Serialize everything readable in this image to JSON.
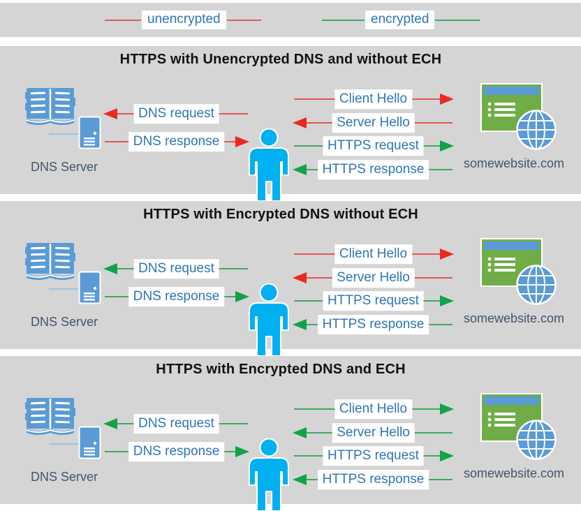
{
  "colors": {
    "red_line": "#e2574f",
    "red_head": "#ea2a21",
    "green_line": "#3fa863",
    "green_head": "#13a24a",
    "panel_bg": "#d5d5d5",
    "label_text": "#2e75b6",
    "caption_text": "#44546a",
    "person_blue": "#00b0f0",
    "office_blue": "#5b9bd5",
    "window_green": "#70ad47"
  },
  "legend": {
    "items": [
      {
        "label": "unencrypted",
        "color": "red"
      },
      {
        "label": "encrypted",
        "color": "green"
      }
    ]
  },
  "panels": [
    {
      "title": "HTTPS with Unencrypted DNS and without ECH",
      "dns_server_label": "DNS Server",
      "website_label": "somewebsite.com",
      "arrows": {
        "dns_request": {
          "label": "DNS request",
          "color": "red"
        },
        "dns_response": {
          "label": "DNS response",
          "color": "red"
        },
        "client_hello": {
          "label": "Client Hello",
          "color": "red"
        },
        "server_hello": {
          "label": "Server Hello",
          "color": "red"
        },
        "https_request": {
          "label": "HTTPS request",
          "color": "green"
        },
        "https_response": {
          "label": "HTTPS response",
          "color": "green"
        }
      }
    },
    {
      "title": "HTTPS with Encrypted DNS without ECH",
      "dns_server_label": "DNS Server",
      "website_label": "somewebsite.com",
      "arrows": {
        "dns_request": {
          "label": "DNS request",
          "color": "green"
        },
        "dns_response": {
          "label": "DNS response",
          "color": "green"
        },
        "client_hello": {
          "label": "Client Hello",
          "color": "red"
        },
        "server_hello": {
          "label": "Server Hello",
          "color": "red"
        },
        "https_request": {
          "label": "HTTPS request",
          "color": "green"
        },
        "https_response": {
          "label": "HTTPS response",
          "color": "green"
        }
      }
    },
    {
      "title": "HTTPS with Encrypted DNS and ECH",
      "dns_server_label": "DNS Server",
      "website_label": "somewebsite.com",
      "arrows": {
        "dns_request": {
          "label": "DNS request",
          "color": "green"
        },
        "dns_response": {
          "label": "DNS response",
          "color": "green"
        },
        "client_hello": {
          "label": "Client Hello",
          "color": "green"
        },
        "server_hello": {
          "label": "Server Hello",
          "color": "green"
        },
        "https_request": {
          "label": "HTTPS request",
          "color": "green"
        },
        "https_response": {
          "label": "HTTPS response",
          "color": "green"
        }
      }
    }
  ]
}
